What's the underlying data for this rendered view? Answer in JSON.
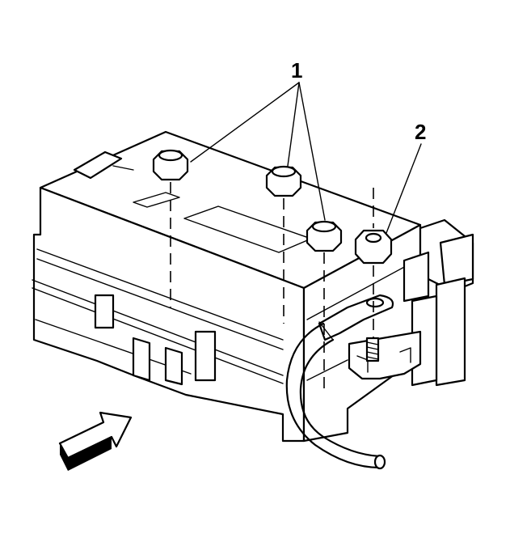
{
  "callouts": [
    {
      "id": 1,
      "text": "1"
    },
    {
      "id": 2,
      "text": "2"
    }
  ],
  "colors": {
    "ink": "#000000",
    "background": "#ffffff"
  }
}
